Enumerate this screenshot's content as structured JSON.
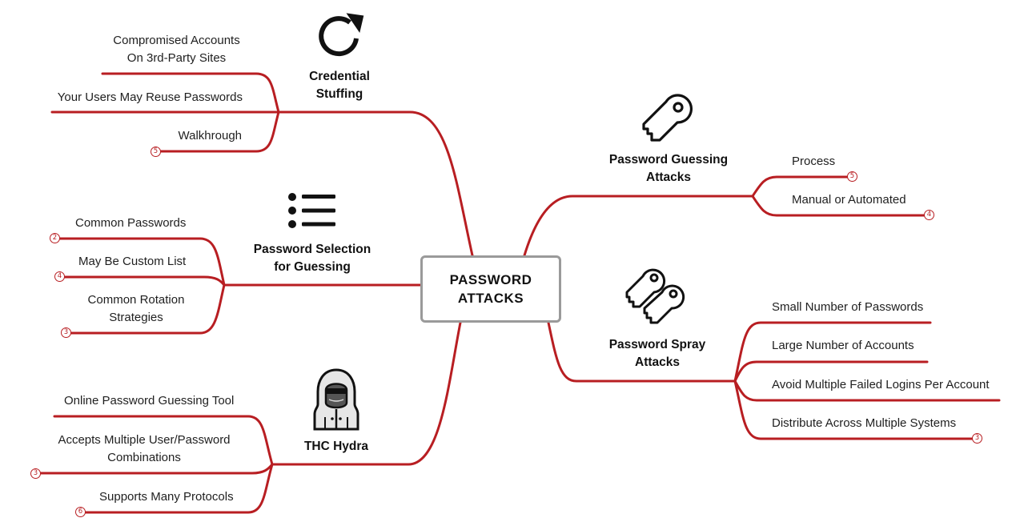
{
  "center": {
    "line1": "PASSWORD",
    "line2": "ATTACKS"
  },
  "branches": {
    "credential_stuffing": {
      "line1": "Credential",
      "line2": "Stuffing",
      "icon": "refresh-icon",
      "leaves": {
        "compromised_l1": "Compromised Accounts",
        "compromised_l2": "On 3rd-Party Sites",
        "reuse": "Your Users May Reuse Passwords",
        "walkthrough": "Walkhrough",
        "walkthrough_badge": "5"
      }
    },
    "password_selection": {
      "line1": "Password Selection",
      "line2": "for Guessing",
      "icon": "list-icon",
      "leaves": {
        "common": "Common Passwords",
        "common_badge": "2",
        "custom": "May Be Custom List",
        "custom_badge": "4",
        "rotation_l1": "Common Rotation",
        "rotation_l2": "Strategies",
        "rotation_badge": "3"
      }
    },
    "thc_hydra": {
      "line1": "THC Hydra",
      "icon": "hooded-hacker-icon",
      "leaves": {
        "online": "Online Password Guessing Tool",
        "accepts_l1": "Accepts Multiple User/Password",
        "accepts_l2": "Combinations",
        "accepts_badge": "3",
        "protocols": "Supports Many Protocols",
        "protocols_badge": "6"
      }
    },
    "password_guessing": {
      "line1": "Password Guessing",
      "line2": "Attacks",
      "icon": "key-icon",
      "leaves": {
        "process": "Process",
        "process_badge": "5",
        "manual": "Manual or Automated",
        "manual_badge": "4"
      }
    },
    "password_spray": {
      "line1": "Password Spray",
      "line2": "Attacks",
      "icon": "two-keys-icon",
      "leaves": {
        "small": "Small Number of Passwords",
        "large": "Large Number of Accounts",
        "avoid": "Avoid Multiple Failed Logins Per Account",
        "distribute": "Distribute Across Multiple Systems",
        "distribute_badge": "3"
      }
    }
  },
  "colors": {
    "branch_line": "#b81e22",
    "center_border": "#9a9a9a",
    "icon": "#111111"
  }
}
